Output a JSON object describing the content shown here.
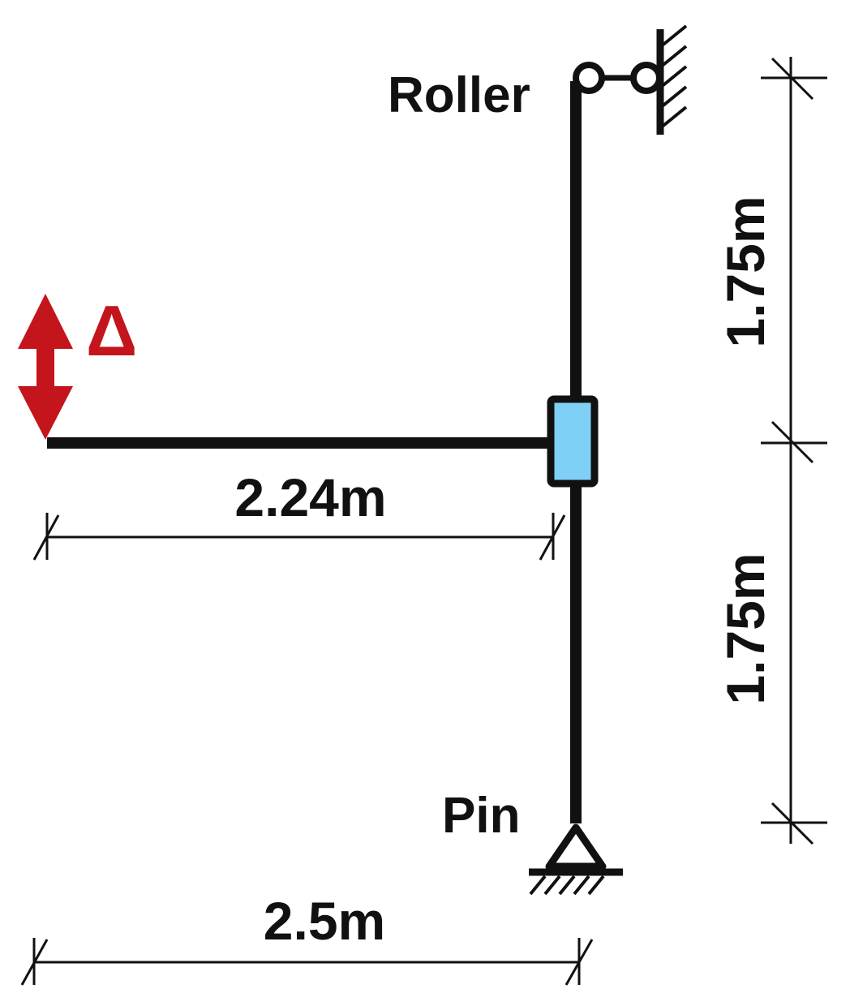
{
  "labels": {
    "roller": "Roller",
    "pin": "Pin",
    "delta": "Δ"
  },
  "dimensions": {
    "beam_length": "2.24m",
    "base_width": "2.5m",
    "upper_height": "1.75m",
    "lower_height": "1.75m"
  },
  "colors": {
    "member": "#111111",
    "load": "#c4141c",
    "connector": "#7fd0f7"
  }
}
